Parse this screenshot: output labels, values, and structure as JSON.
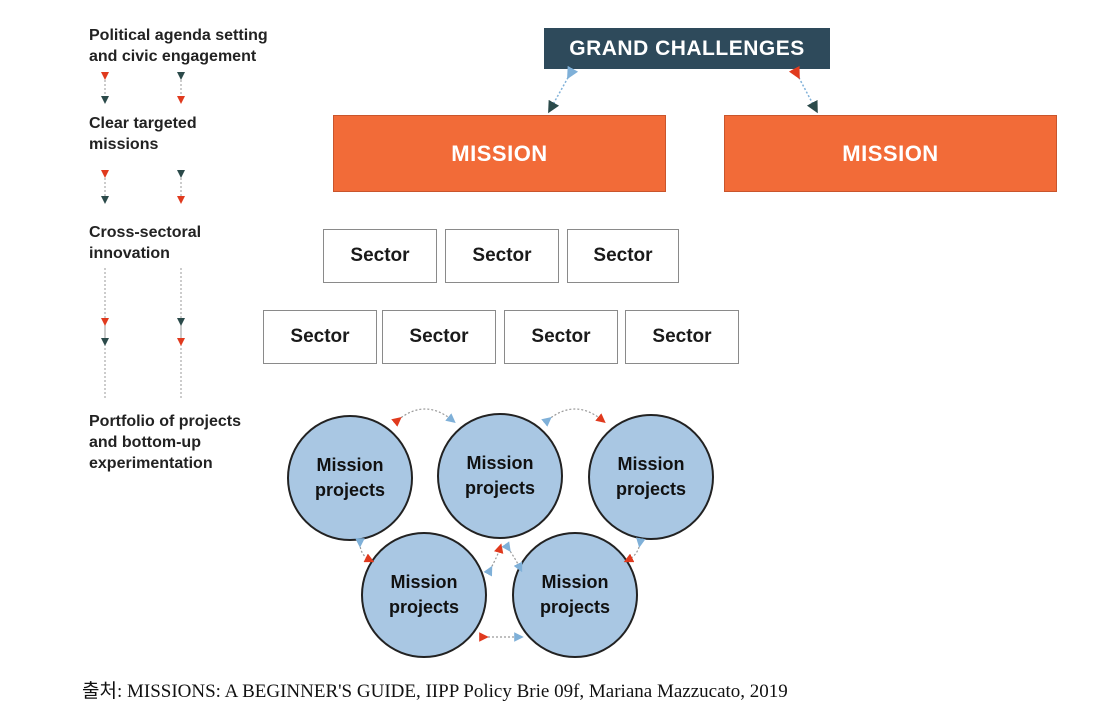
{
  "levels": [
    "Political agenda setting\nand civic engagement",
    "Clear targeted\nmissions",
    "Cross-sectoral\ninnovation",
    "Portfolio of projects\nand bottom-up\nexperimentation"
  ],
  "grand_challenges": "GRAND CHALLENGES",
  "missions": [
    "MISSION",
    "MISSION"
  ],
  "sectors_row1": [
    "Sector",
    "Sector",
    "Sector"
  ],
  "sectors_row2": [
    "Sector",
    "Sector",
    "Sector",
    "Sector"
  ],
  "projects": [
    "Mission\nprojects",
    "Mission\nprojects",
    "Mission\nprojects",
    "Mission\nprojects",
    "Mission\nprojects"
  ],
  "source": "출처: MISSIONS: A BEGINNER'S GUIDE, IIPP Policy Brie 09f, Mariana Mazzucato, 2019",
  "colors": {
    "grand": "#2e4a5b",
    "mission": "#f26b38",
    "project": "#a9c7e3",
    "arrow_red": "#e03a1e",
    "arrow_dark": "#2b4a4a",
    "arrow_blue": "#7fb0d8"
  }
}
